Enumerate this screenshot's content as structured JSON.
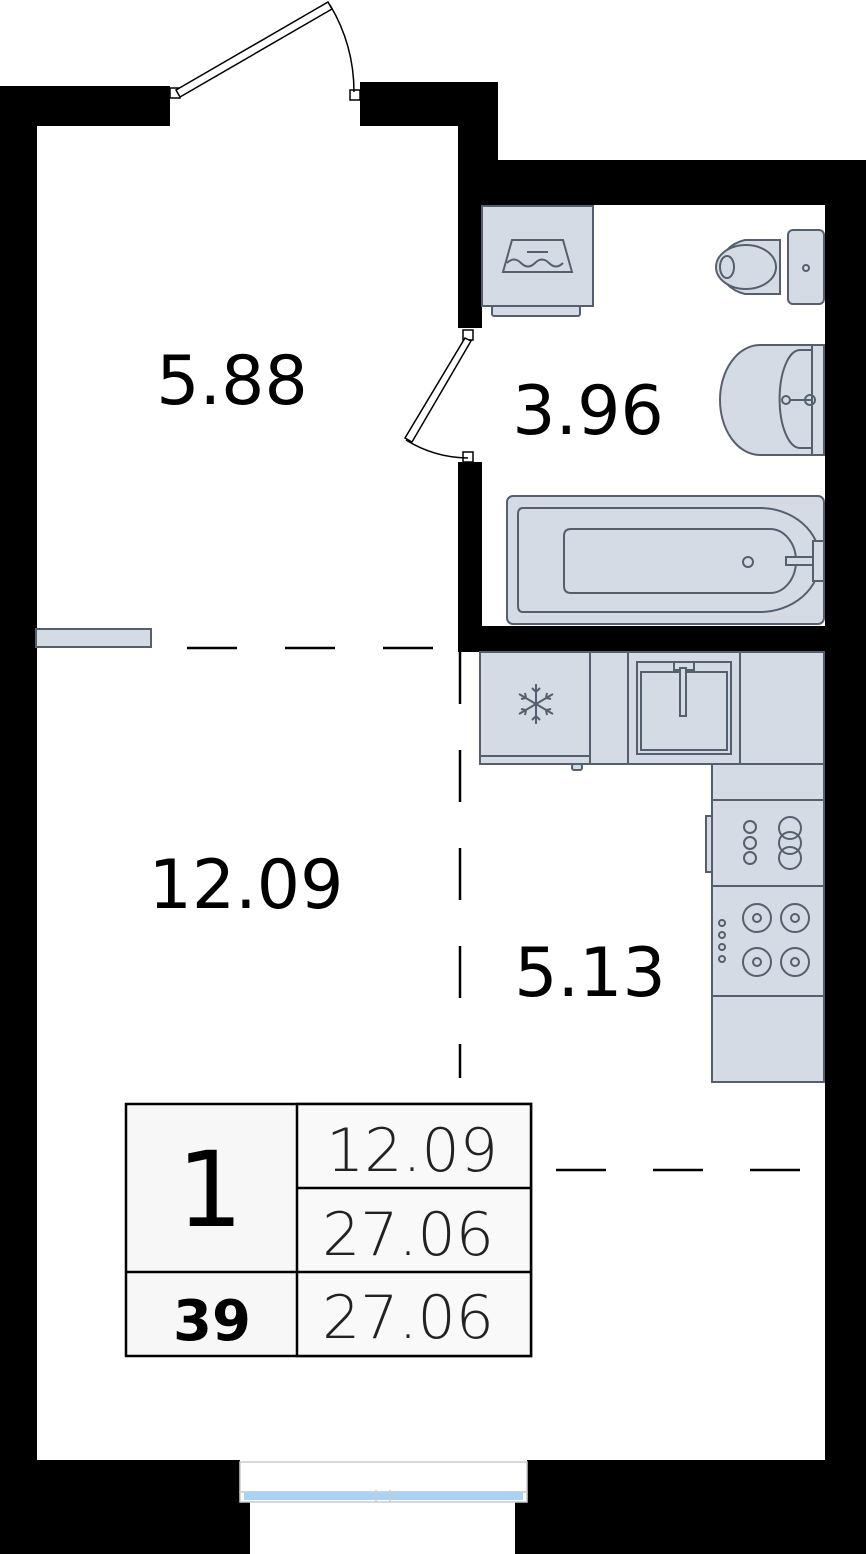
{
  "rooms": {
    "hallway_area": "5.88",
    "bathroom_area": "3.96",
    "living_area": "12.09",
    "kitchen_area": "5.13"
  },
  "summary": {
    "rooms_count": "1",
    "apartment_number": "39",
    "living_area": "12.09",
    "total_area": "27.06",
    "total_area_alt": "27.06"
  },
  "colors": {
    "wall": "#000000",
    "fixture_fill": "#d5dbe4",
    "fixture_stroke": "#55606e",
    "window_glass": "#a9d2f5"
  }
}
